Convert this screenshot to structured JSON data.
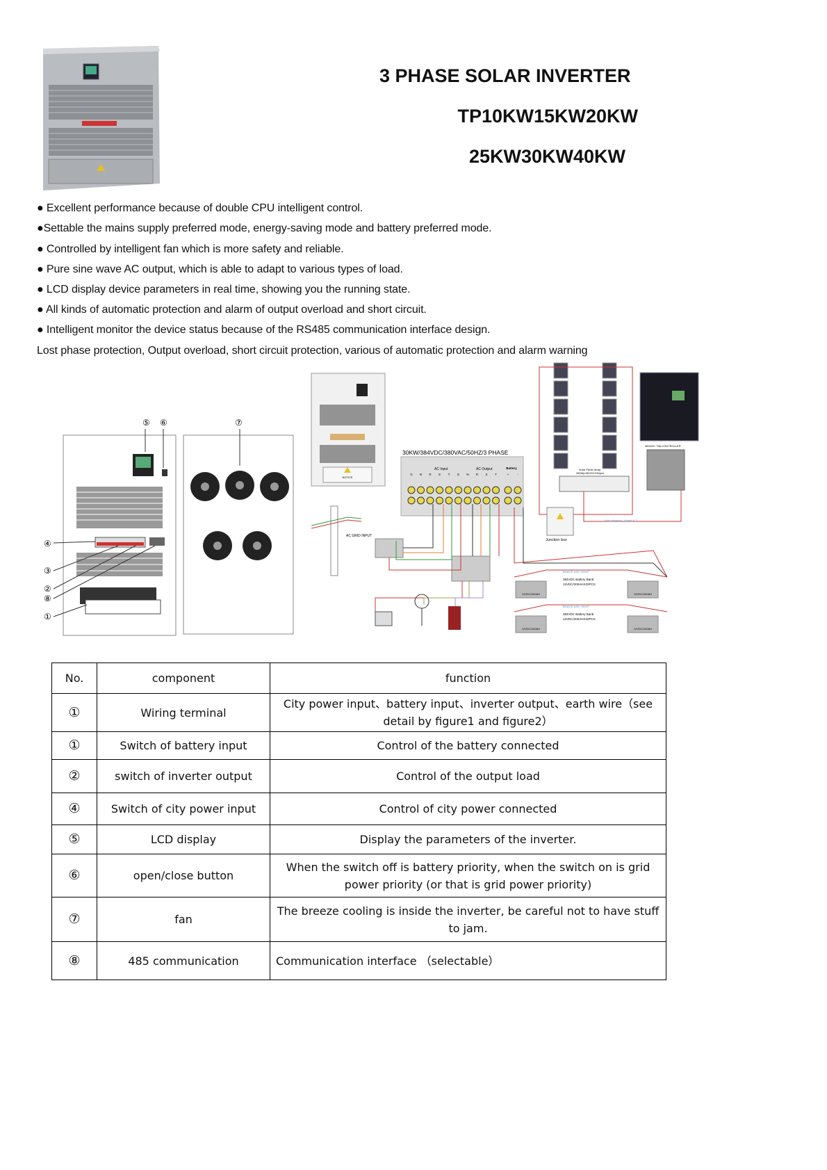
{
  "header": {
    "title": "3 PHASE SOLAR INVERTER",
    "models_line1": "TP10KW15KW20KW",
    "models_line2": "25KW30KW40KW"
  },
  "features": [
    "● Excellent performance because of double CPU intelligent control.",
    "●Settable the mains supply preferred mode, energy-saving mode and battery preferred mode.",
    "● Controlled by intelligent fan which is more safety and reliable.",
    "● Pure sine wave AC output, which is able to adapt to various types of load.",
    "● LCD display device parameters in real time, showing you the running state.",
    "● All kinds of automatic protection and alarm of output overload and short circuit.",
    "● Intelligent monitor the device status because of the RS485 communication interface design.",
    "Lost phase protection, Output overload, short circuit protection, various of automatic protection and alarm warning"
  ],
  "diagram": {
    "callouts": {
      "c5": "⑤",
      "c6": "⑥",
      "c7": "⑦",
      "c4": "④",
      "c3": "③",
      "c2": "②",
      "c8": "⑧",
      "c1": "①"
    },
    "system_label": "30KW/384VDC/380VAC/50HZ/3 PHASE",
    "ac_input": "AC Input",
    "ac_output": "AC Output",
    "battery": "Battery",
    "terminals": [
      "G",
      "N",
      "R",
      "S",
      "T",
      "G",
      "N",
      "R",
      "S",
      "T",
      "+",
      "-"
    ],
    "notice": "NOTICE",
    "ac_grid_input": "AC GRID INPUT",
    "junction_box": "Junction box",
    "solar_array": "Solar Panle Array:",
    "solar_array_spec": "280Wp/36VDCX90pcs",
    "controller": "384VDC 75A CONTROLLER",
    "branch_wire": "Branch wire: 6mm²",
    "battery_bank": "384VDC Battery Bank:",
    "battery_bank_spec": "12VDC/200AHX32PCS",
    "battery_unit": "12VDC/200AH",
    "wire_diameter": "Wire diameter: 10mm² X 2"
  },
  "table": {
    "headers": [
      "No.",
      "component",
      "function"
    ],
    "rows": [
      {
        "no": "①",
        "component": "Wiring terminal",
        "function": "City power input、battery input、inverter output、earth wire（see detail by figure1 and figure2）"
      },
      {
        "no": "①",
        "component": "Switch of battery input",
        "function": "Control of the battery connected"
      },
      {
        "no": "②",
        "component": "switch of inverter output",
        "function": "Control of the output load"
      },
      {
        "no": "④",
        "component": "Switch of city power input",
        "function": "Control of city power connected"
      },
      {
        "no": "⑤",
        "component": "LCD display",
        "function": "Display the parameters of the inverter."
      },
      {
        "no": "⑥",
        "component": "open/close button",
        "function": "When the switch off is battery priority, when the switch on is grid power priority (or that is grid power priority)"
      },
      {
        "no": "⑦",
        "component": "fan",
        "function": "The breeze cooling is inside the inverter, be careful not to have stuff to jam."
      },
      {
        "no": "⑧",
        "component": "485 communication",
        "function": "Communication interface （selectable）"
      }
    ]
  }
}
